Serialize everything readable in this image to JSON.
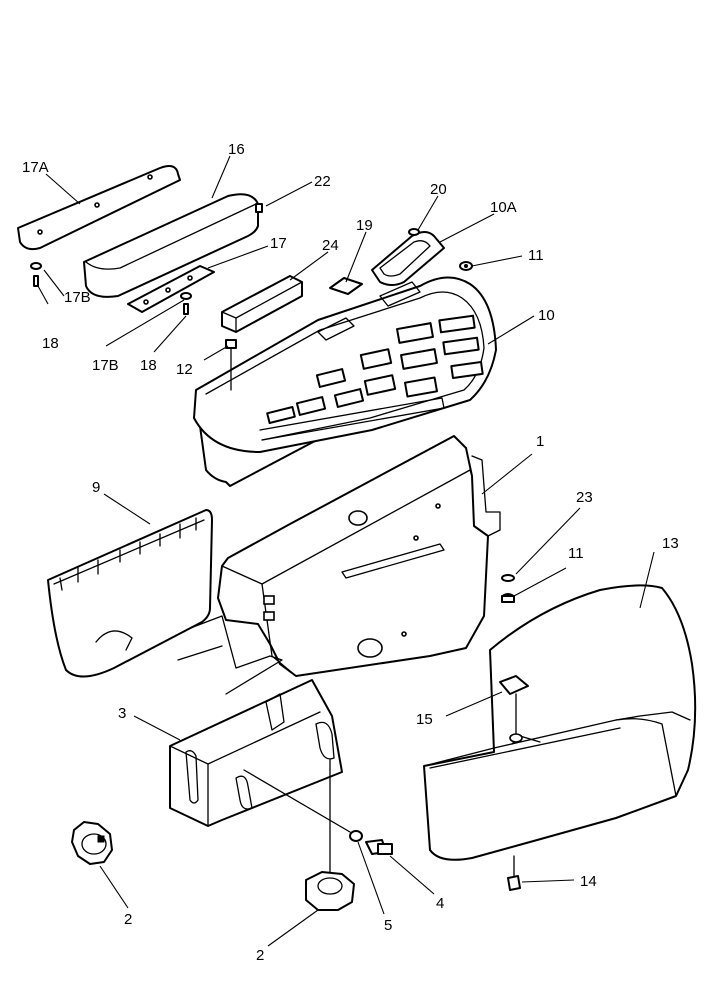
{
  "callouts": {
    "c1": "1",
    "c2a": "2",
    "c2b": "2",
    "c3": "3",
    "c4": "4",
    "c5": "5",
    "c9": "9",
    "c10": "10",
    "c10a": "10A",
    "c11a": "11",
    "c11b": "11",
    "c12": "12",
    "c13": "13",
    "c14": "14",
    "c15": "15",
    "c16": "16",
    "c17": "17",
    "c17a": "17A",
    "c17ba": "17B",
    "c17bb": "17B",
    "c18a": "18",
    "c18b": "18",
    "c19": "19",
    "c20": "20",
    "c22": "22",
    "c23": "23",
    "c24": "24"
  }
}
